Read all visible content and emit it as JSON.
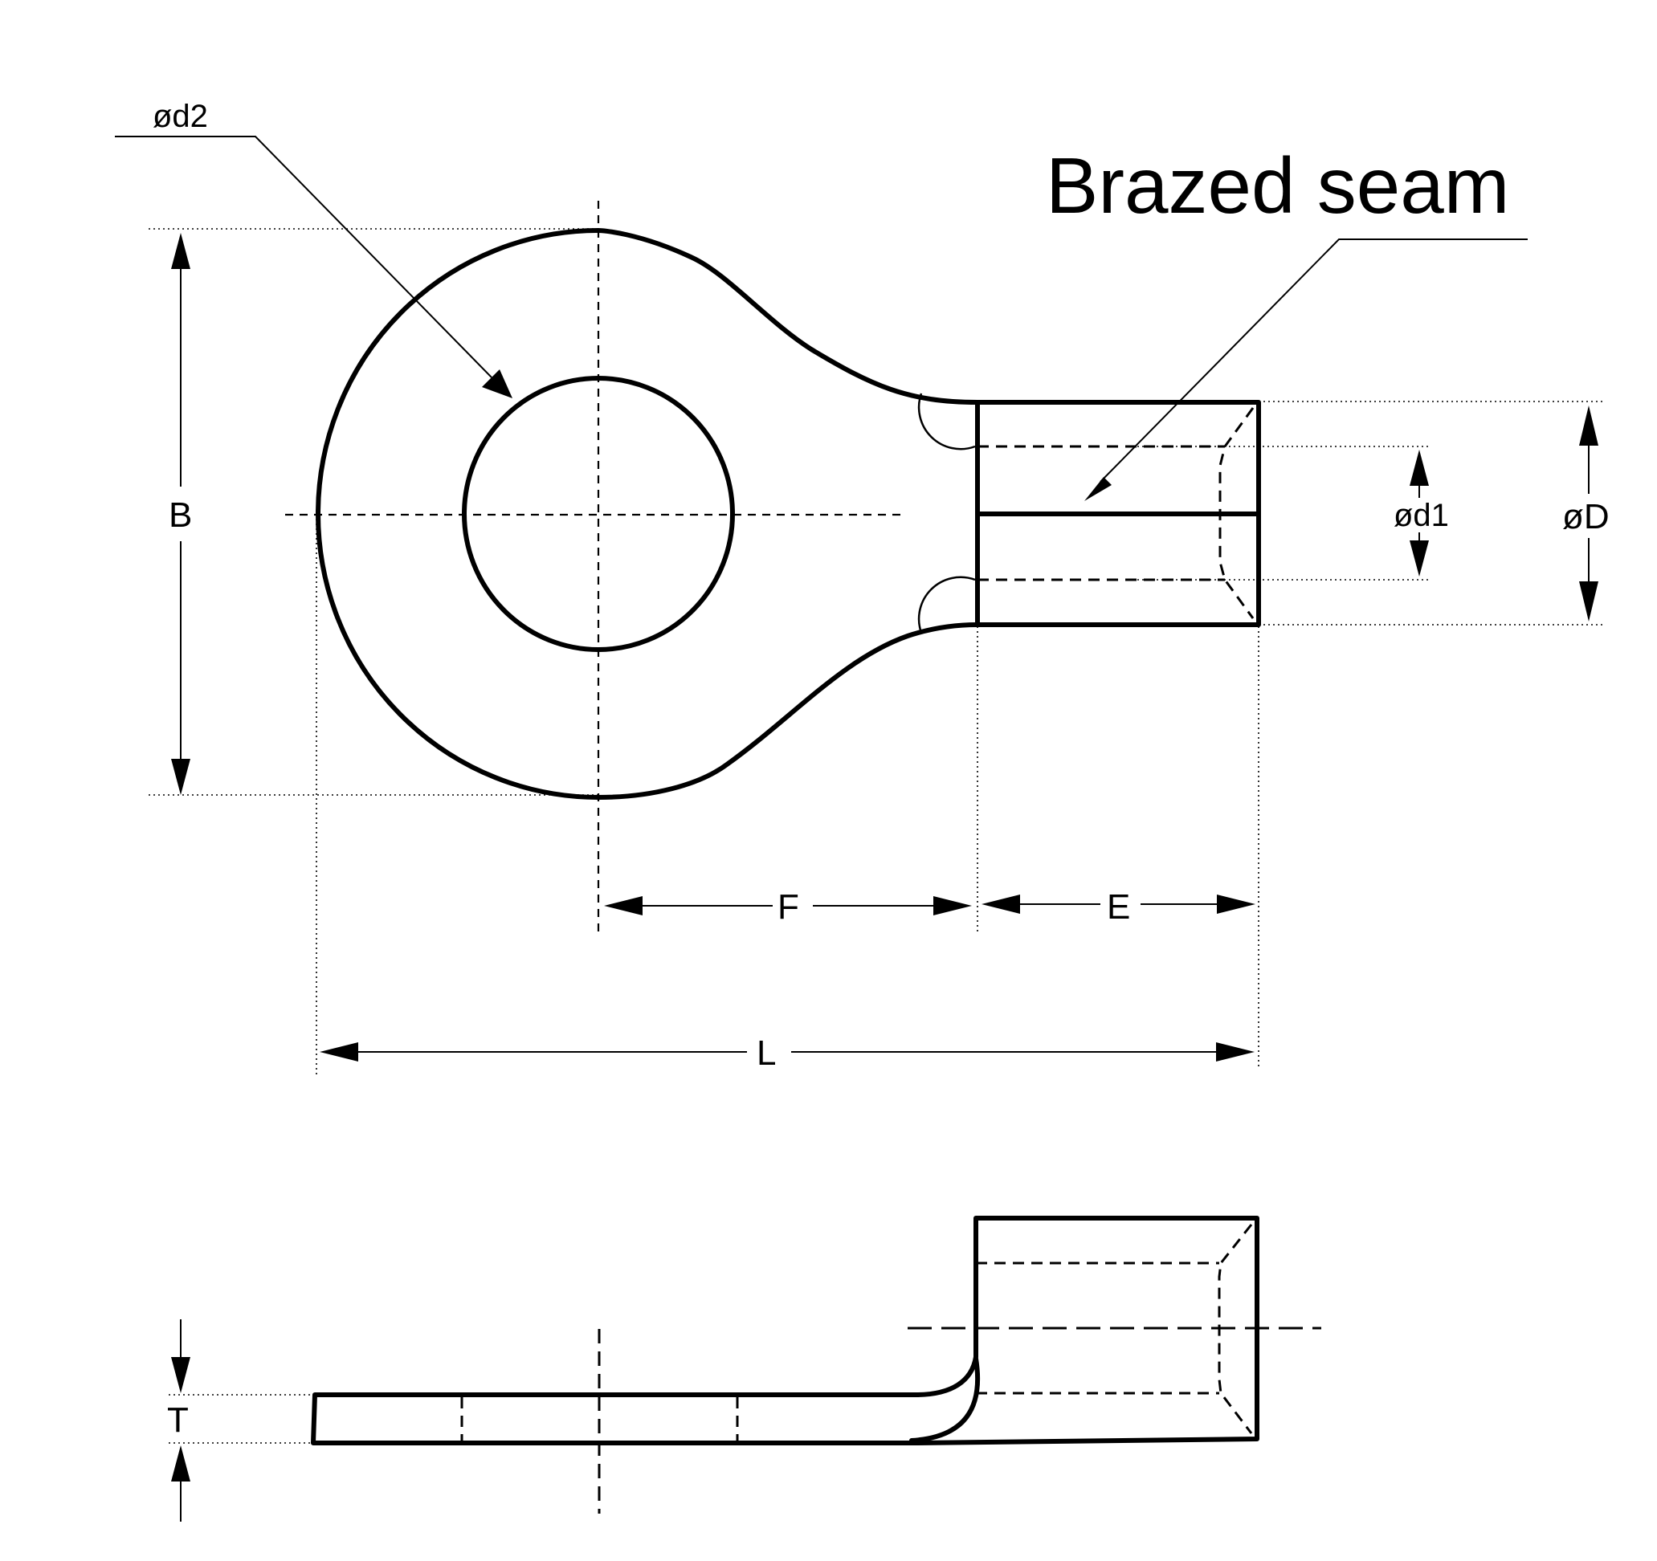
{
  "labels": {
    "brazed_seam": "Brazed seam",
    "d2": "ød2",
    "B": "B",
    "d1": "ød1",
    "D": "øD",
    "F": "F",
    "E": "E",
    "L": "L",
    "T": "T"
  },
  "style": {
    "line_color": "#000000",
    "background": "#ffffff"
  }
}
